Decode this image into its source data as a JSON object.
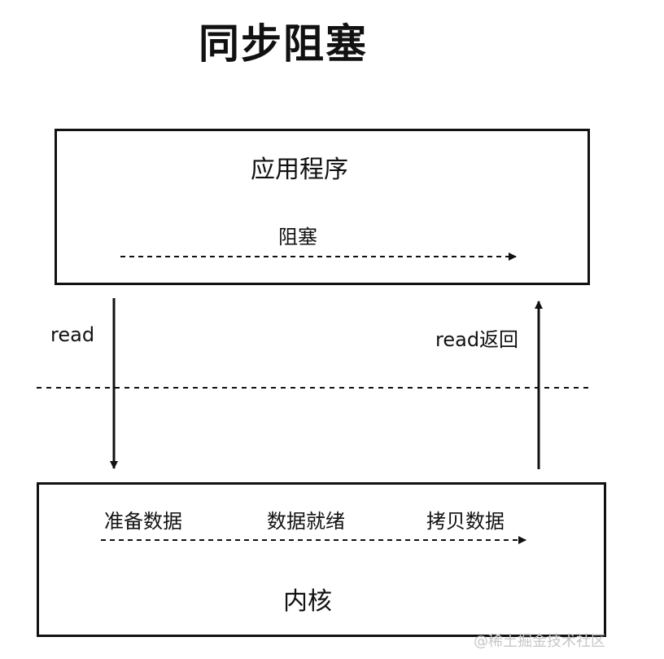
{
  "title": "同步阻塞",
  "application": {
    "title": "应用程序",
    "blocked_label": "阻塞"
  },
  "kernel": {
    "title": "内核",
    "steps": [
      "准备数据",
      "数据就绪",
      "拷贝数据"
    ]
  },
  "arrows": {
    "read": "read",
    "read_return": "read返回"
  },
  "watermark": "@稀土掘金技术社区"
}
